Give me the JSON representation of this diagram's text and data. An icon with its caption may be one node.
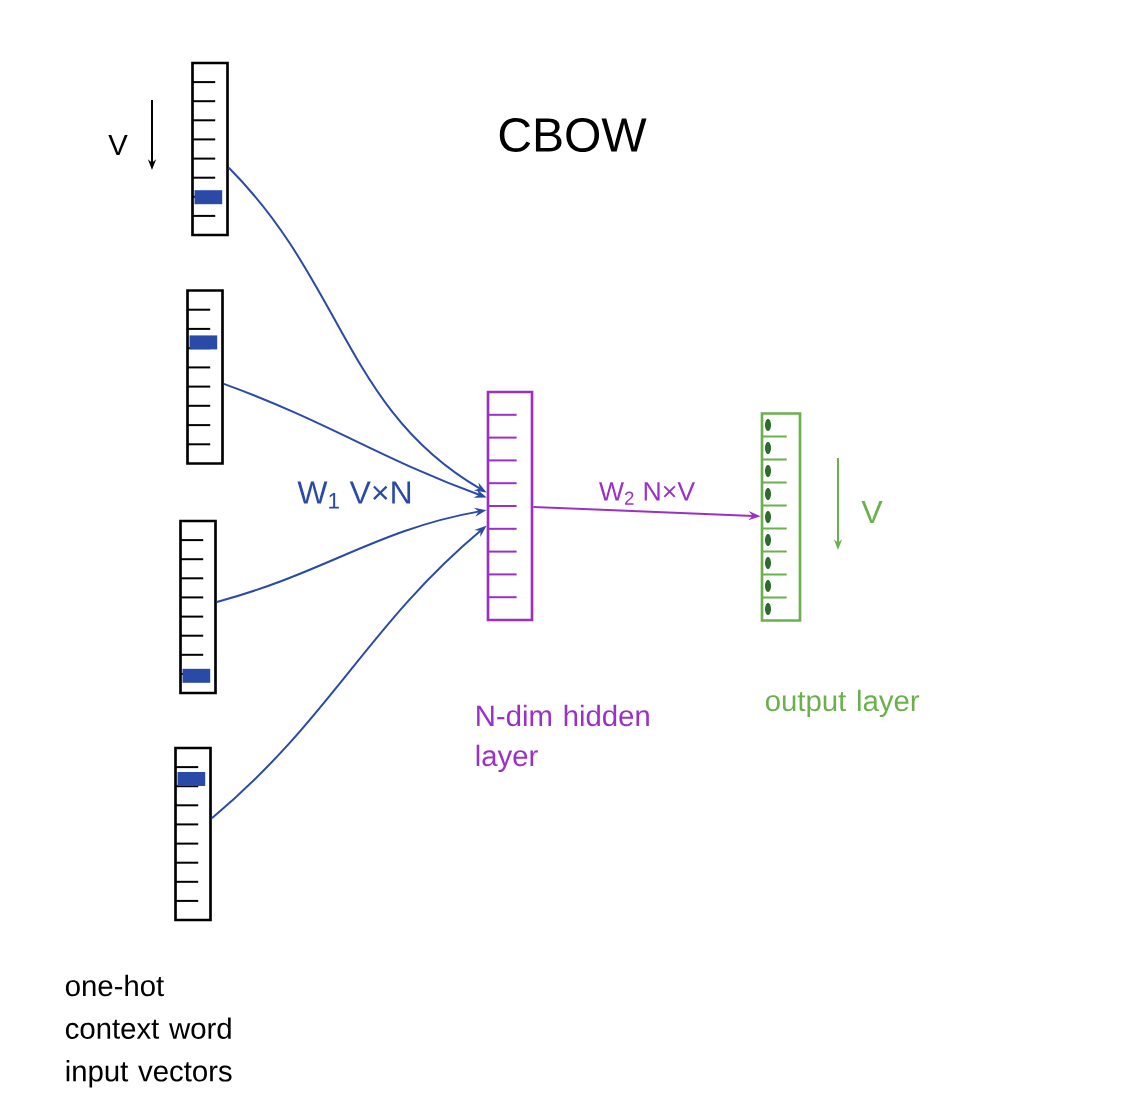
{
  "diagram": {
    "title": "CBOW",
    "nodes": [
      {
        "text": [],
        "shape": "bar"
      },
      {
        "text": [],
        "shape": "bar"
      },
      {
        "text": [],
        "shape": "bar"
      },
      {
        "text": [],
        "shape": "bar"
      },
      {
        "text": [],
        "shape": "bar",
        "beside": [
          "N-dim hidden layer"
        ]
      },
      {
        "text": [],
        "shape": "bar",
        "beside": [
          "output layer"
        ]
      }
    ],
    "edges": [
      {
        "from": 0,
        "to": 4,
        "arrow": "to"
      },
      {
        "from": 1,
        "to": 4,
        "arrow": "to"
      },
      {
        "from": 2,
        "to": 4,
        "arrow": "to"
      },
      {
        "from": 3,
        "to": 4,
        "arrow": "to"
      },
      {
        "from": 4,
        "to": 5,
        "arrow": "to",
        "label": "W$_{2}$ N×V",
        "color": "#9b30c8"
      }
    ],
    "labels": [
      "V",
      "W$_{1}$ V×N",
      "V",
      "one-hot context word input vectors"
    ]
  }
}
